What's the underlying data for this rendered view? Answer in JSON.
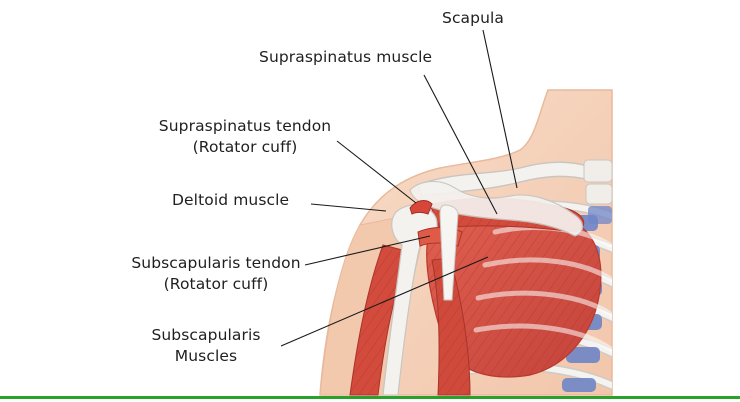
{
  "labels": {
    "scapula": "Scapula",
    "supraspinatus_muscle": "Supraspinatus muscle",
    "supraspinatus_tendon_line1": "Supraspinatus tendon",
    "supraspinatus_tendon_line2": "(Rotator cuff)",
    "deltoid_muscle": "Deltoid muscle",
    "subscapularis_tendon_line1": "Subscapularis tendon",
    "subscapularis_tendon_line2": "(Rotator cuff)",
    "subscapularis_muscles_line1": "Subscapularis",
    "subscapularis_muscles_line2": "Muscles"
  },
  "colors": {
    "skin": "#f6d3bd",
    "skin_outline": "#e9b99c",
    "muscle": "#d9503f",
    "muscle_dark": "#b83a2e",
    "bone": "#f3f1ee",
    "bone_outline": "#c9c5c0",
    "cartilage": "#6f86c8",
    "leader_line": "#1a1a1a",
    "accent_bar": "#2aa12a"
  }
}
